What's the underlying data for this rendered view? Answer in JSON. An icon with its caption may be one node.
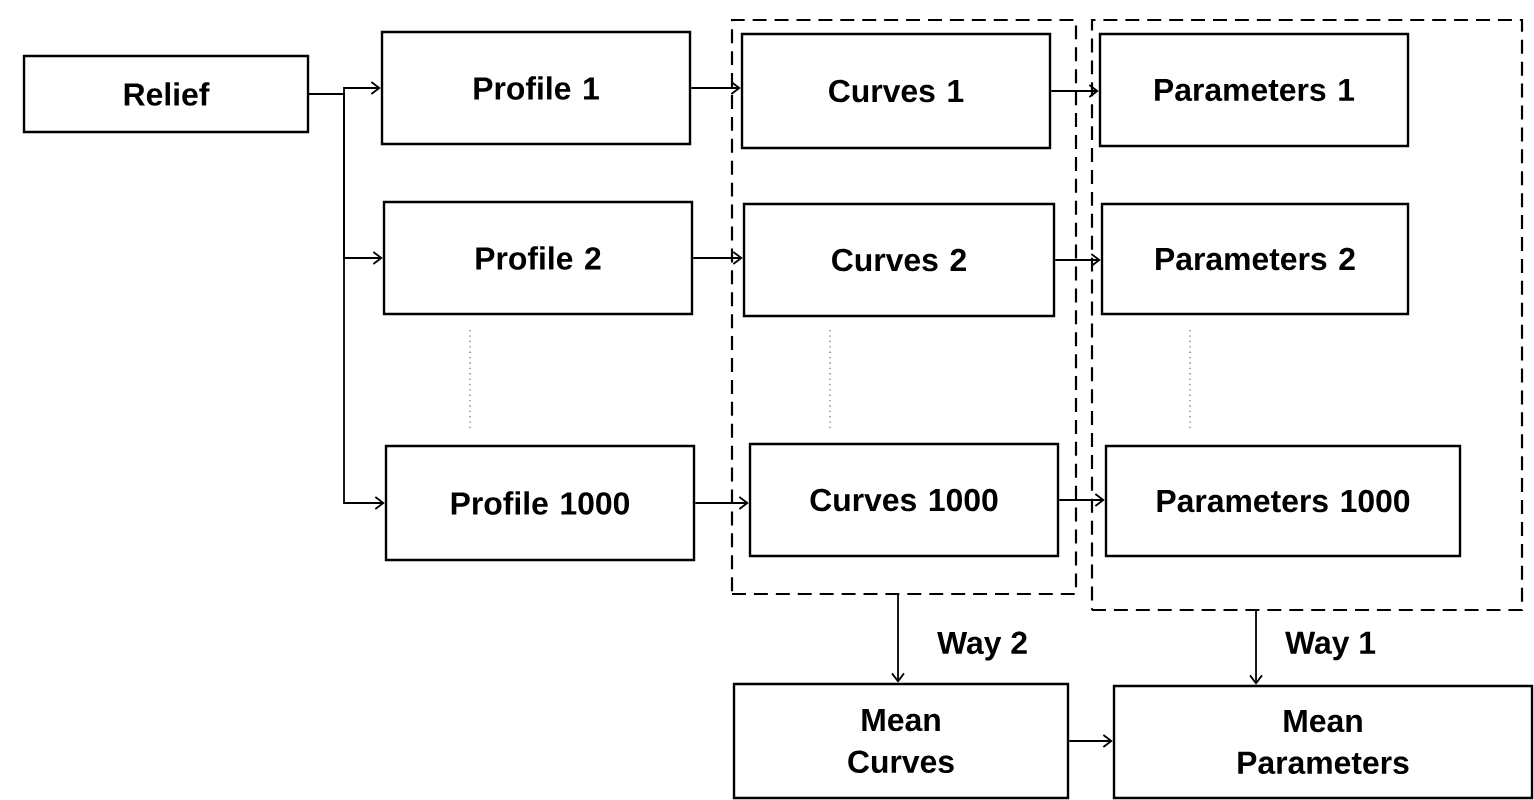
{
  "diagram": {
    "nodes": [
      {
        "text": [
          "Relief"
        ]
      },
      {
        "text": [
          "Profile  1"
        ]
      },
      {
        "text": [
          "Profile  2"
        ]
      },
      {
        "text": [
          "Profile  1000"
        ]
      },
      {
        "text": [],
        "shape": "box"
      },
      {
        "text": [
          "Curves  1"
        ],
        "in": 4
      },
      {
        "text": [
          "Curves  2"
        ],
        "in": 4
      },
      {
        "text": [
          "Curves 1000"
        ],
        "in": 4
      },
      {
        "text": [],
        "shape": "box"
      },
      {
        "text": [
          "Parameters  1"
        ],
        "in": 8
      },
      {
        "text": [
          "Parameters  2"
        ],
        "in": 8
      },
      {
        "text": [
          "Parameters 1000"
        ],
        "in": 8
      },
      {
        "text": [
          "Mean Curves"
        ]
      },
      {
        "text": [
          "Mean Parameters"
        ]
      }
    ],
    "edges": [
      {
        "from": 0,
        "to": 1,
        "arrow": "to"
      },
      {
        "from": 0,
        "to": 2,
        "arrow": "to"
      },
      {
        "from": 0,
        "to": 3,
        "arrow": "to"
      },
      {
        "from": 1,
        "to": 5,
        "arrow": "to"
      },
      {
        "from": 2,
        "to": 6,
        "arrow": "to"
      },
      {
        "from": 3,
        "to": 7,
        "arrow": "to"
      },
      {
        "from": 5,
        "to": 9,
        "arrow": "to"
      },
      {
        "from": 6,
        "to": 10,
        "arrow": "to"
      },
      {
        "from": 7,
        "to": 11,
        "arrow": "to"
      },
      {
        "from": 4,
        "to": 12,
        "arrow": "to",
        "label": "Way 2"
      },
      {
        "from": 8,
        "to": 13,
        "arrow": "to",
        "label": "Way 1"
      },
      {
        "from": 12,
        "to": 13,
        "arrow": "to"
      }
    ]
  }
}
